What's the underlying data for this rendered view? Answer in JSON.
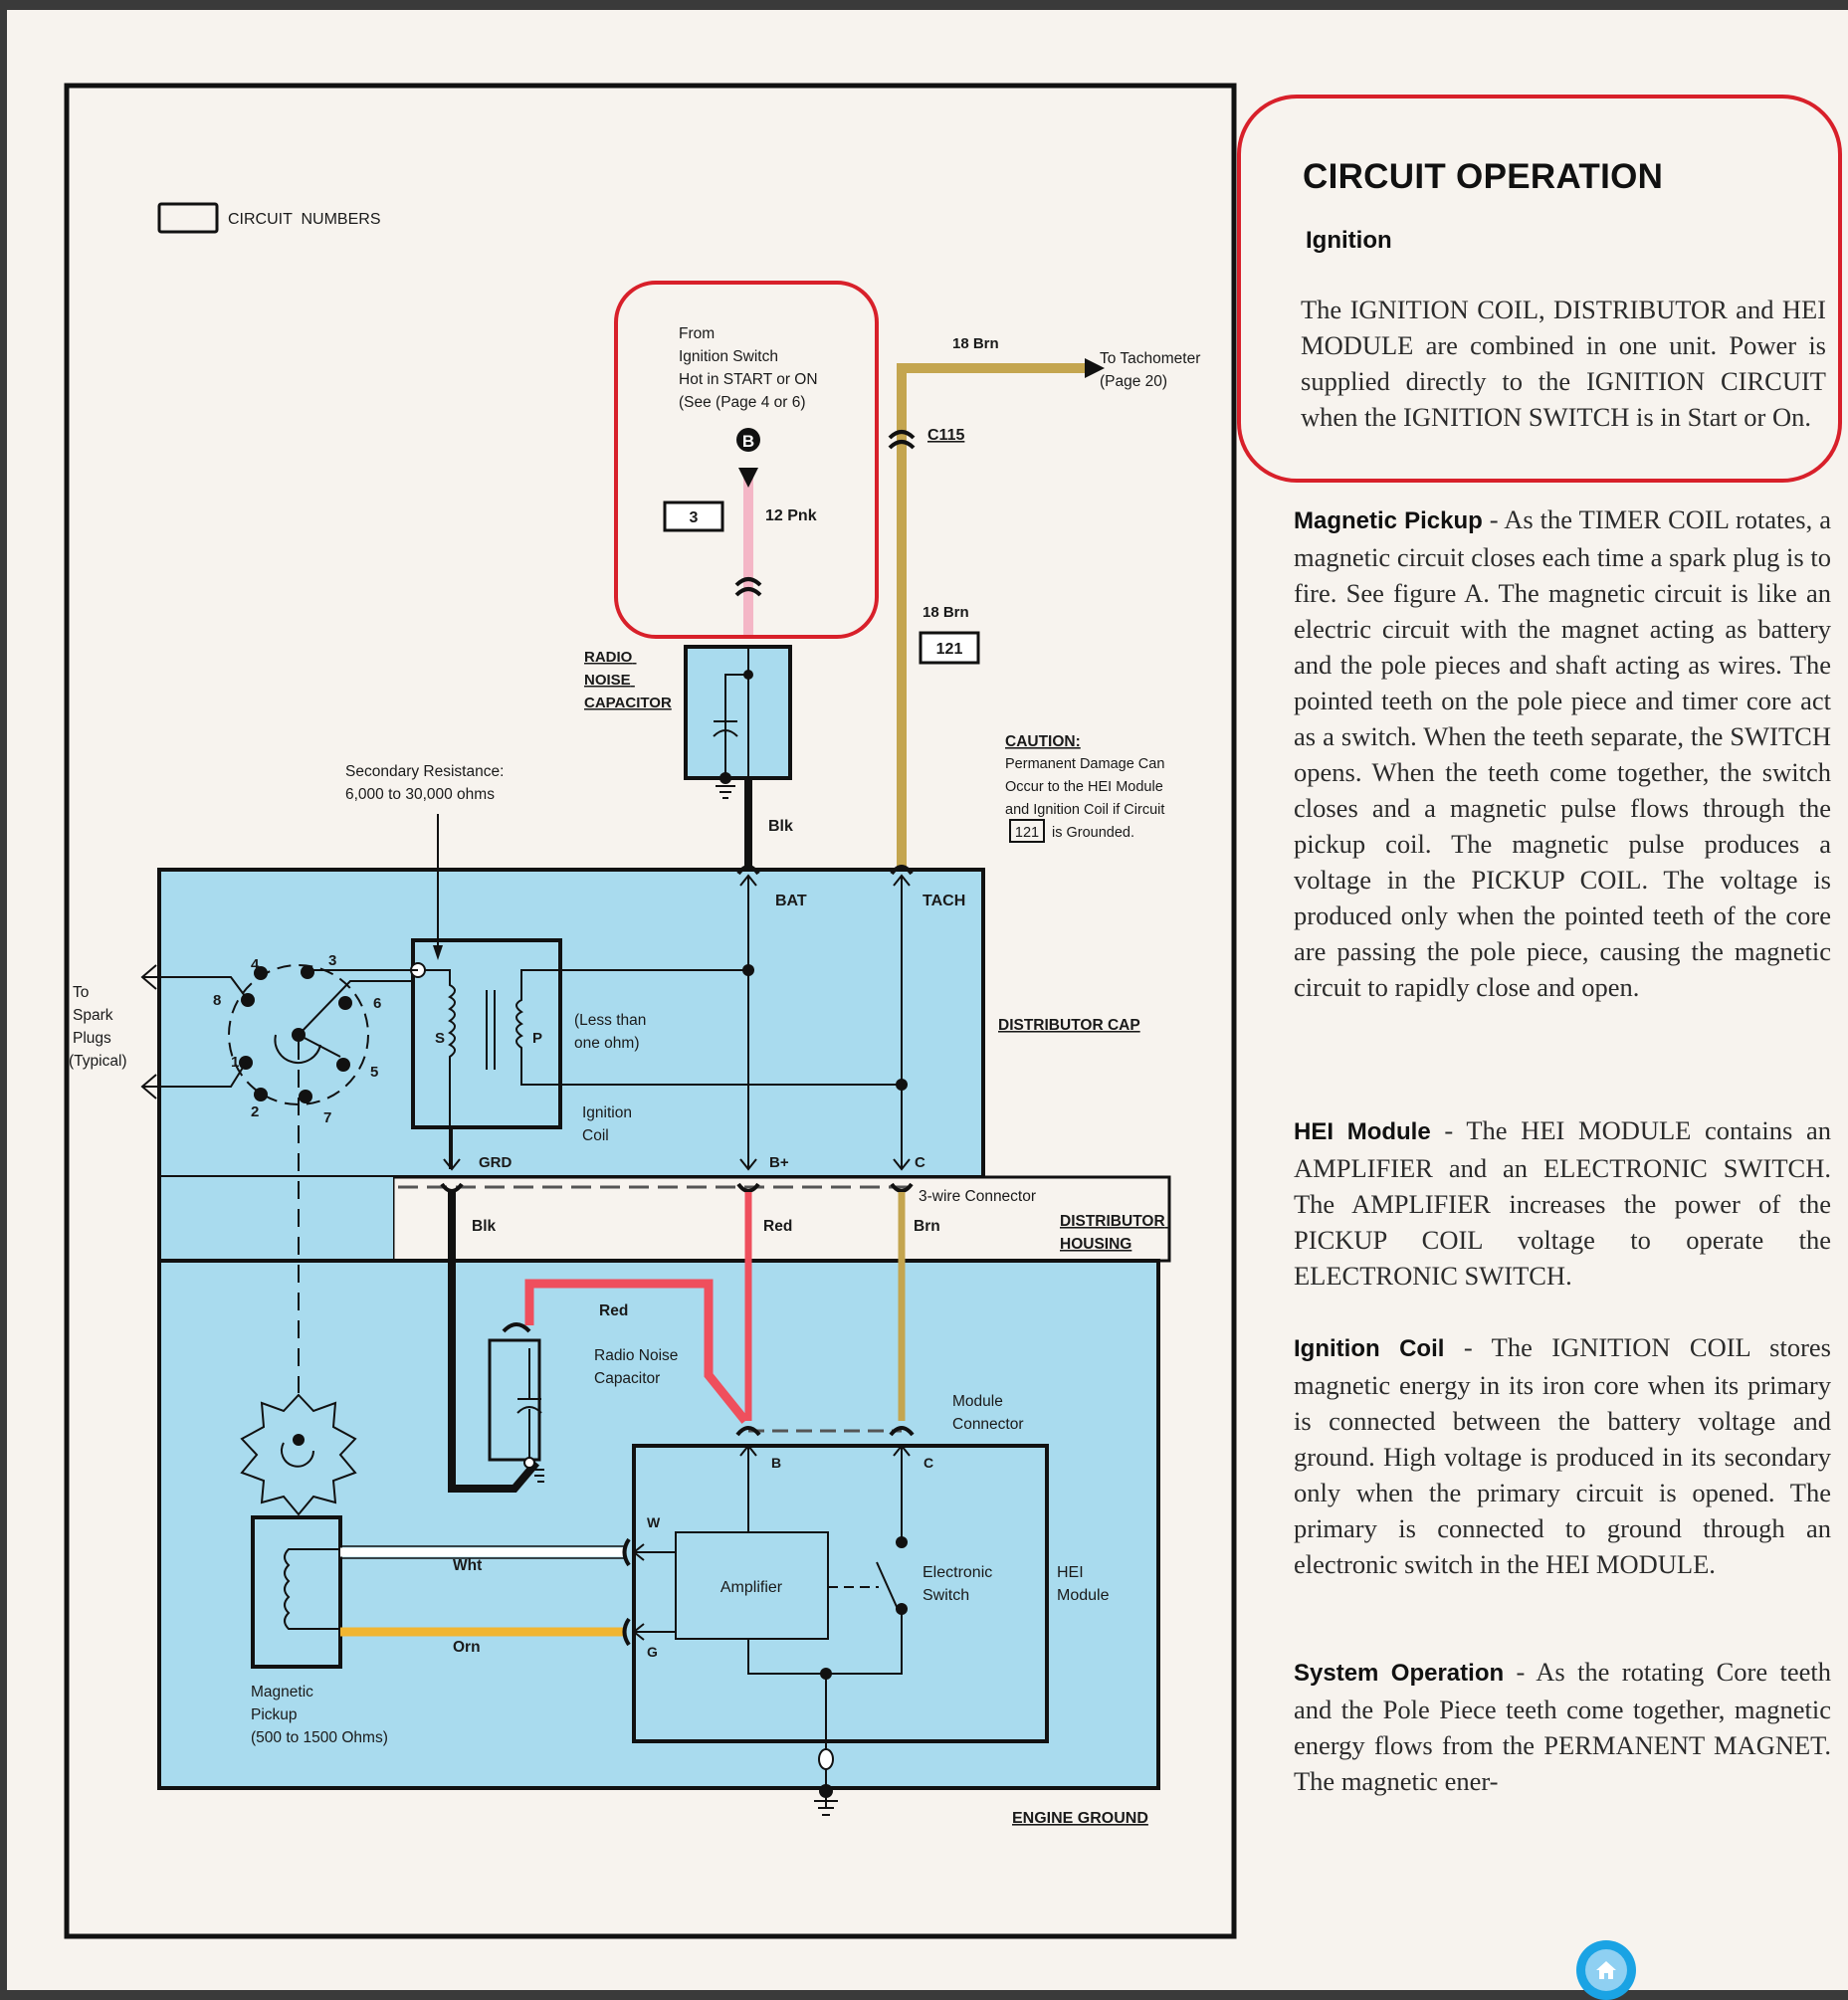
{
  "legend": {
    "circuit_numbers_label": "CIRCUIT  NUMBERS"
  },
  "source": {
    "lines": [
      "From",
      "Ignition Switch",
      "Hot in START or ON",
      "(See (Page 4 or 6)"
    ],
    "connector_letter": "B",
    "circuit_number": "3",
    "wire_label": "12 Pnk"
  },
  "tach": {
    "wire_label_top": "18 Brn",
    "destination": [
      "To Tachometer",
      "(Page 20)"
    ],
    "connector_id": "C115",
    "wire_label_mid": "18 Brn",
    "circuit_number": "121"
  },
  "radio_cap_top": {
    "label": [
      "RADIO",
      "NOISE",
      "CAPACITOR"
    ],
    "wire_label": "Blk"
  },
  "caution": {
    "title": "CAUTION:",
    "lines": [
      "Permanent Damage Can",
      "Occur to the HEI Module",
      "and Ignition Coil if Circuit"
    ],
    "circuit_number": "121",
    "tail": "is Grounded."
  },
  "secondary_resistance": [
    "Secondary Resistance:",
    "6,000 to 30,000 ohms"
  ],
  "distributor_cap": {
    "label": "DISTRIBUTOR CAP",
    "terminals": {
      "bat": "BAT",
      "tach": "TACH",
      "grd": "GRD",
      "b_plus": "B+",
      "c": "C"
    },
    "coil": {
      "s": "S",
      "p": "P",
      "primary_resistance": [
        "(Less than",
        "one ohm)"
      ],
      "name": [
        "Ignition",
        "Coil"
      ]
    },
    "spark_plugs": [
      "To",
      "Spark",
      "Plugs",
      "(Typical)"
    ],
    "rotor_positions": [
      "1",
      "2",
      "3",
      "4",
      "5",
      "6",
      "7",
      "8"
    ]
  },
  "distributor_housing": {
    "label": [
      "DISTRIBUTOR",
      "HOUSING"
    ],
    "connector": "3-wire Connector",
    "wires": {
      "blk": "Blk",
      "red": "Red",
      "brn": "Brn"
    }
  },
  "hei": {
    "red_wire": "Red",
    "radio_cap": [
      "Radio Noise",
      "Capacitor"
    ],
    "module_connector": [
      "Module",
      "Connector"
    ],
    "terminals": {
      "b": "B",
      "c": "C",
      "w": "W",
      "g": "G"
    },
    "amplifier": "Amplifier",
    "electronic_switch": [
      "Electronic",
      "Switch"
    ],
    "module_label": [
      "HEI",
      "Module"
    ],
    "pickup_wires": {
      "wht": "Wht",
      "orn": "Orn"
    },
    "pickup_label": [
      "Magnetic",
      "Pickup",
      "(500 to 1500 Ohms)"
    ],
    "ground_label": "ENGINE GROUND"
  },
  "colors": {
    "diagram_blue": "#a9dbee",
    "pink_wire": "#f4b6c6",
    "brown_wire": "#c4a54f",
    "red_wire": "#ef4f5d",
    "orange_wire": "#f1b531",
    "highlight": "#d8202a",
    "home_button": "#1aa3e4"
  },
  "circuit_operation": {
    "title": "CIRCUIT OPERATION",
    "subtitle": "Ignition",
    "intro": "The IGNITION COIL, DISTRIBUTOR and HEI MODULE are combined in one unit. Power is supplied directly to the IGNITION CIRCUIT when the IGNITION SWITCH is in Start or On.",
    "sections": [
      {
        "heading": "Magnetic Pickup",
        "text": " - As the TIMER COIL rotates, a magnetic circuit closes each time a spark plug is to fire.  See figure A.  The magnetic circuit is like an electric circuit with the magnet acting as battery and the pole pieces and shaft acting as wires.  The pointed teeth on the pole piece and timer core act as a switch.  When the teeth separate, the SWITCH opens.  When the teeth come together, the switch closes and a magnetic pulse flows through the pickup coil.  The magnetic pulse produces a voltage in the PICKUP COIL.  The voltage is produced only when the pointed teeth of the core are passing the pole piece, causing the magnetic circuit to rapidly close and open."
      },
      {
        "heading": "HEI Module",
        "text": " - The HEI MODULE contains an AMPLIFIER and an ELECTRONIC SWITCH.  The AMPLIFIER increases the power of the PICKUP COIL voltage to operate the ELECTRONIC SWITCH."
      },
      {
        "heading": "Ignition Coil",
        "text": " - The IGNITION COIL stores magnetic energy in its iron core when its primary is connected between the battery voltage and ground.  High voltage is produced in its secondary only when the primary circuit is opened.  The primary is connected to ground through an electronic switch in the HEI MODULE."
      },
      {
        "heading": "System Operation",
        "text": " - As the rotating Core teeth and the Pole Piece teeth come together, magnetic energy flows from the PERMANENT MAGNET.  The magnetic ener-"
      }
    ]
  },
  "home_button": {
    "icon": "home-icon"
  }
}
